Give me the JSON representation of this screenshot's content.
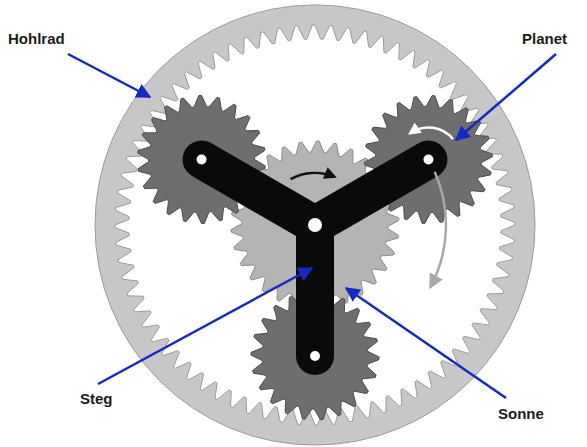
{
  "diagram": {
    "labels": [
      "Hohlrad",
      "Planet",
      "Steg",
      "Sonne"
    ]
  }
}
